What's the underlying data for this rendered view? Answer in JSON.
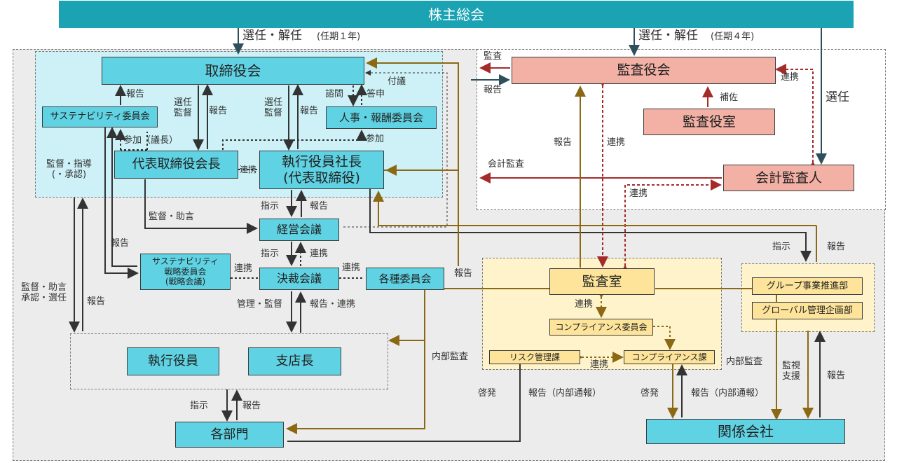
{
  "banner": "株主総会",
  "boxes": {
    "board": "取締役会",
    "sustain_committee": "サステナビリティ委員会",
    "hr_committee": "人事・報酬委員会",
    "rep_chair": "代表取締役会長",
    "president_line1": "執行役員社長",
    "president_line2": "(代表取締役)",
    "mgmt_meeting": "経営会議",
    "sustain_strategy_line1": "サステナビリティ",
    "sustain_strategy_line2": "戦略委員会",
    "sustain_strategy_line3": "(戦略会議)",
    "decision_meeting": "決裁会議",
    "various_committees": "各種委員会",
    "exec_officers": "執行役員",
    "branch_managers": "支店長",
    "departments": "各部門",
    "audit_board": "監査役会",
    "audit_office": "監査役室",
    "accounting_auditor": "会計監査人",
    "audit_dept": "監査室",
    "compliance_committee": "コンプライアンス委員会",
    "risk_section": "リスク管理課",
    "compliance_section": "コンプライアンス課",
    "group_promo": "グループ事業推進部",
    "global_planning": "グローバル管理企画部",
    "affiliates": "関係会社"
  },
  "labels": {
    "elect_dismiss": "選任・解任",
    "term1": "(任期１年)",
    "term4": "(任期４年)",
    "report": "報告",
    "elect_supervise": "選任\n監督",
    "consult": "諮問",
    "answer": "答申",
    "refer": "付議",
    "participate_chair": "参加（議長）",
    "participate": "参加",
    "cooperate": "連携",
    "supervise_guide": "監督・指導\n(・承認)",
    "instruct": "指示",
    "supervise_advise": "監督・助言",
    "supervise_advise_approve": "監督・助言\n承認・選任",
    "manage_supervise": "管理・監督",
    "report_cooperate": "報告・連携",
    "audit": "監査",
    "assist": "補佐",
    "appoint": "選任",
    "accounting_audit": "会計監査",
    "internal_audit": "内部監査",
    "enlighten": "啓発",
    "report_whistle": "報告（内部通報）",
    "monitor_support": "監視\n支援"
  },
  "colors": {
    "banner": "#1ba3b3",
    "teal": "#5fd3e3",
    "teal_zone": "#cdf1f7",
    "pink": "#f3b0a5",
    "gold_zone": "#fff3cc",
    "gold_box": "#fde49a",
    "grey_zone": "#ececec",
    "arrow_dark": "#333333",
    "arrow_navy": "#2f4f5c",
    "arrow_red": "#a52a2a",
    "arrow_gold": "#8b6914"
  }
}
